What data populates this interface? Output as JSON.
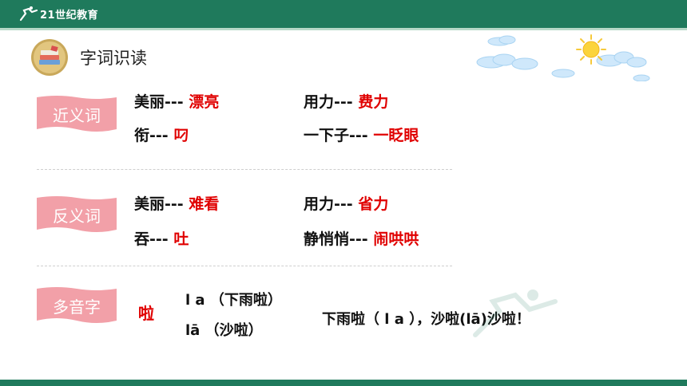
{
  "header": {
    "brand": "21世纪教育"
  },
  "section": {
    "title": "字词识读",
    "icon": "books-icon"
  },
  "synonyms": {
    "tag": "近义词",
    "items": [
      {
        "word": "美丽",
        "sep": "---",
        "answer": "漂亮"
      },
      {
        "word": "用力",
        "sep": "---",
        "answer": "费力"
      },
      {
        "word": "衔",
        "sep": "---",
        "answer": "叼"
      },
      {
        "word": "一下子",
        "sep": "---",
        "answer": "一眨眼"
      }
    ]
  },
  "antonyms": {
    "tag": "反义词",
    "items": [
      {
        "word": "美丽",
        "sep": "---",
        "answer": "难看"
      },
      {
        "word": "用力",
        "sep": "---",
        "answer": "省力"
      },
      {
        "word": "吞",
        "sep": "---",
        "answer": "吐"
      },
      {
        "word": "静悄悄",
        "sep": "---",
        "answer": "闹哄哄"
      }
    ]
  },
  "polyphone": {
    "tag": "多音字",
    "char": "啦",
    "readings": [
      "l a （下雨啦）",
      "lā （沙啦）"
    ],
    "sentence": "下雨啦（ l a ），沙啦(lā)沙啦！"
  },
  "colors": {
    "accent": "#1f7a5c",
    "tag": "#f2a0a8",
    "answer": "#e00000"
  }
}
